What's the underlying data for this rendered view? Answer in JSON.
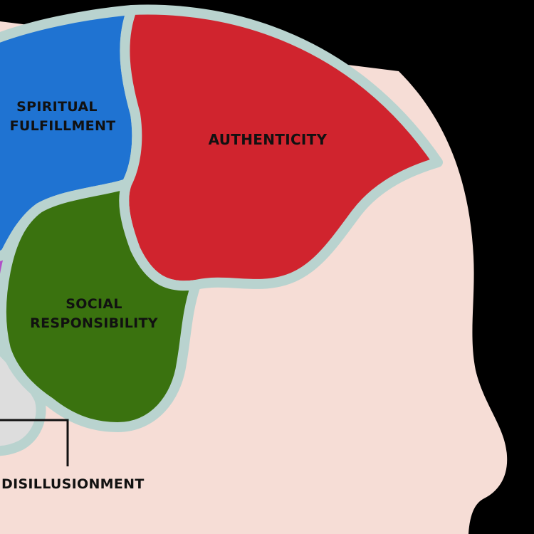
{
  "regions": [
    {
      "id": "spiritual",
      "lines": [
        "SPIRITUAL",
        "FULFILLMENT"
      ],
      "color": "#1f73d2"
    },
    {
      "id": "authenticity",
      "lines": [
        "AUTHENTICITY"
      ],
      "color": "#d0242e"
    },
    {
      "id": "social",
      "lines": [
        "SOCIAL",
        "RESPONSIBILITY"
      ],
      "color": "#3a720f"
    },
    {
      "id": "disillusionment",
      "lines": [
        "DISILLUSIONMENT"
      ],
      "color": "#dddddd"
    }
  ],
  "colors": {
    "background": "#000000",
    "head": "#f6ddd6",
    "outline": "#b9d3cf",
    "purple_sliver": "#b04fc7",
    "leader_line": "#111111"
  }
}
